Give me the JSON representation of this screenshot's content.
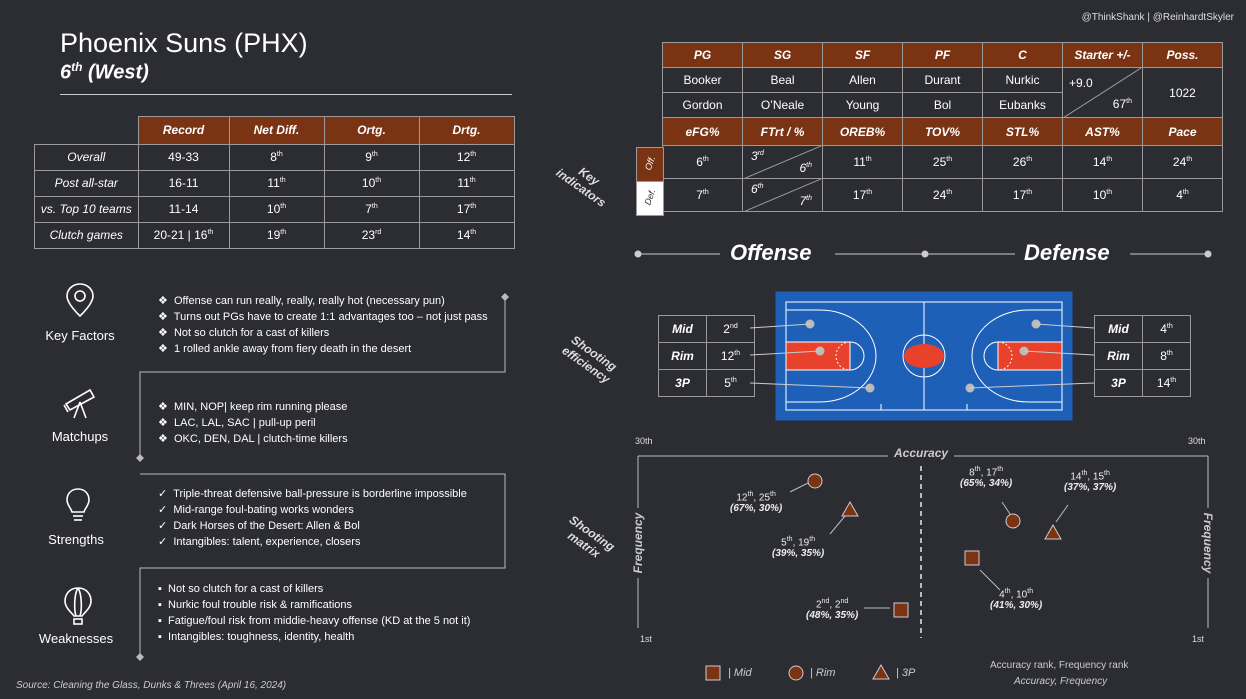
{
  "credit": "@ThinkShank | @ReinhardtSkyler",
  "header": {
    "title": "Phoenix Suns (PHX)",
    "rank": "6",
    "rank_sup": "th",
    "conf": "(West)"
  },
  "record_table": {
    "headers": [
      "Record",
      "Net Diff.",
      "Ortg.",
      "Drtg."
    ],
    "rows": [
      {
        "label": "Overall",
        "record": "49-33",
        "net": "8",
        "net_s": "th",
        "ortg": "9",
        "ortg_s": "th",
        "drtg": "12",
        "drtg_s": "th"
      },
      {
        "label": "Post all-star",
        "record": "16-11",
        "net": "11",
        "net_s": "th",
        "ortg": "10",
        "ortg_s": "th",
        "drtg": "11",
        "drtg_s": "th"
      },
      {
        "label": "vs. Top 10 teams",
        "record": "11-14",
        "net": "10",
        "net_s": "th",
        "ortg": "7",
        "ortg_s": "th",
        "drtg": "17",
        "drtg_s": "th"
      },
      {
        "label": "Clutch games",
        "record": "20-21 | 16",
        "record_s": "th",
        "net": "19",
        "net_s": "th",
        "ortg": "23",
        "ortg_s": "rd",
        "drtg": "14",
        "drtg_s": "th"
      }
    ]
  },
  "sections": {
    "key_factors": {
      "label": "Key Factors",
      "items": [
        "Offense can run really, really, really hot (necessary pun)",
        "Turns out PGs have to create 1:1 advantages too – not just pass",
        "Not so clutch for a cast of killers",
        "1 rolled ankle away from fiery death in the desert"
      ]
    },
    "matchups": {
      "label": "Matchups",
      "items": [
        "MIN, NOP| keep rim running please",
        "LAC, LAL, SAC | pull-up peril",
        "OKC, DEN, DAL | clutch-time killers"
      ]
    },
    "strengths": {
      "label": "Strengths",
      "items": [
        "Triple-threat defensive ball-pressure is borderline impossible",
        "Mid-range foul-bating works wonders",
        "Dark Horses of the Desert: Allen & Bol",
        "Intangibles: talent, experience, closers"
      ]
    },
    "weaknesses": {
      "label": "Weaknesses",
      "items": [
        "Not so clutch for a cast of killers",
        "Nurkic foul trouble risk & ramifications",
        "Fatigue/foul risk from middie-heavy offense (KD at the 5 not it)",
        "Intangibles: toughness, identity, health"
      ]
    }
  },
  "source": "Source: Cleaning the Glass, Dunks & Threes (April 16, 2024)",
  "lineup": {
    "headers": [
      "PG",
      "SG",
      "SF",
      "PF",
      "C",
      "Starter +/-",
      "Poss."
    ],
    "row1": [
      "Booker",
      "Beal",
      "Allen",
      "Durant",
      "Nurkic"
    ],
    "row2": [
      "Gordon",
      "O’Neale",
      "Young",
      "Bol",
      "Eubanks"
    ],
    "starter_pm": "+9.0",
    "starter_rank": "67",
    "starter_rank_s": "th",
    "poss": "1022"
  },
  "indicators": {
    "label": "Key indicators",
    "headers": [
      "eFG%",
      "FTrt / %",
      "OREB%",
      "TOV%",
      "STL%",
      "AST%",
      "Pace"
    ],
    "off_label": "Off.",
    "def_label": "Def.",
    "off": {
      "efg": "6",
      "ftrt": "3",
      "ftrt_s": "rd",
      "ftpct": "6",
      "oreb": "11",
      "tov": "25",
      "stl": "26",
      "ast": "14",
      "pace": "24"
    },
    "def": {
      "efg": "7",
      "ftrt": "6",
      "ftrt_s": "th",
      "ftpct": "7",
      "oreb": "17",
      "tov": "24",
      "stl": "17",
      "ast": "10",
      "pace": "4"
    }
  },
  "offense_label": "Offense",
  "defense_label": "Defense",
  "shooting": {
    "label": "Shooting efficiency",
    "offense": [
      {
        "zone": "Mid",
        "rank": "2",
        "s": "nd"
      },
      {
        "zone": "Rim",
        "rank": "12",
        "s": "th"
      },
      {
        "zone": "3P",
        "rank": "5",
        "s": "th"
      }
    ],
    "defense": [
      {
        "zone": "Mid",
        "rank": "4",
        "s": "th"
      },
      {
        "zone": "Rim",
        "rank": "8",
        "s": "th"
      },
      {
        "zone": "3P",
        "rank": "14",
        "s": "th"
      }
    ]
  },
  "matrix": {
    "label": "Shooting matrix",
    "accuracy_label": "Accuracy",
    "frequency_label": "Frequency",
    "top_left": "30th",
    "top_right": "30th",
    "bottom_left": "1st",
    "bottom_right": "1st",
    "off_points": [
      {
        "shape": "circle",
        "a": "12",
        "a_s": "th",
        "f": "25",
        "f_s": "th",
        "pct": "(67%, 30%)"
      },
      {
        "shape": "triangle",
        "a": "5",
        "a_s": "th",
        "f": "19",
        "f_s": "th",
        "pct": "(39%, 35%)"
      },
      {
        "shape": "square",
        "a": "2",
        "a_s": "nd",
        "f": "2",
        "f_s": "nd",
        "pct": "(48%, 35%)"
      }
    ],
    "def_points": [
      {
        "shape": "circle",
        "a": "8",
        "a_s": "th",
        "f": "17",
        "f_s": "th",
        "pct": "(65%, 34%)"
      },
      {
        "shape": "triangle",
        "a": "14",
        "a_s": "th",
        "f": "15",
        "f_s": "th",
        "pct": "(37%, 37%)"
      },
      {
        "shape": "square",
        "a": "4",
        "a_s": "th",
        "f": "10",
        "f_s": "th",
        "pct": "(41%, 30%)"
      }
    ],
    "legend": {
      "mid": "| Mid",
      "rim": "| Rim",
      "three": "| 3P"
    },
    "note1": "Accuracy rank, Frequency rank",
    "note2": "Accuracy, Frequency"
  }
}
